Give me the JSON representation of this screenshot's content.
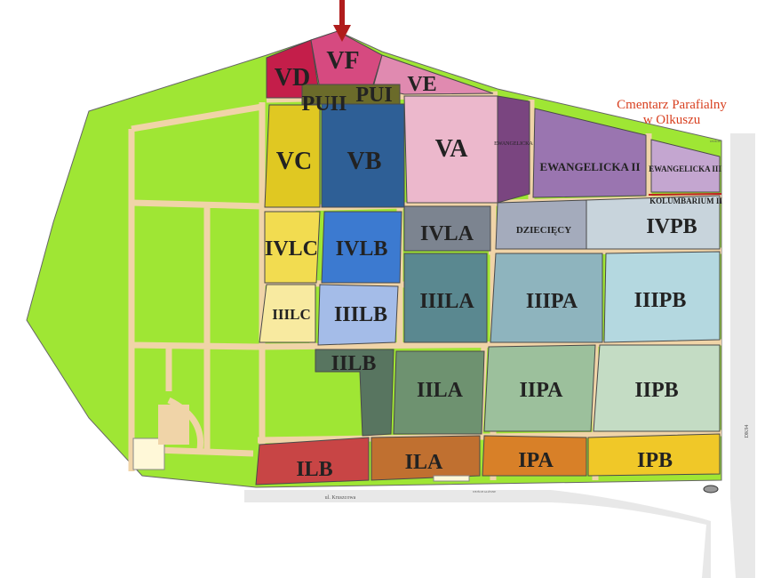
{
  "title": {
    "line1": "Cmentarz Parafialny",
    "line2": "w Olkuszu"
  },
  "streets": {
    "bottom": "ul. Kruszcowa",
    "right": "DK94"
  },
  "small_labels": {
    "gate_top": "WEJŚCIE",
    "gate_bottom": "WEJŚCIE GŁÓWNE"
  },
  "sections": {
    "VD": "VD",
    "VF": "VF",
    "VE": "VE",
    "PUII": "PUII",
    "PUI": "PUI",
    "VC": "VC",
    "VB": "VB",
    "VA": "VA",
    "EW1": "EWANGELICKA",
    "EW2": "EWANGELICKA II",
    "EW3": "EWANGELICKA III",
    "KOL2": "KOLUMBARIUM II",
    "DZ": "DZIECIĘCY",
    "IVPB": "IVPB",
    "IVLC": "IVLC",
    "IVLB": "IVLB",
    "IVLA": "IVLA",
    "IIILC": "IIILC",
    "IIILB": "IIILB",
    "IIILA": "IIILA",
    "IIIPA": "IIIPA",
    "IIIPB": "IIIPB",
    "IILB": "IILB",
    "IILA": "IILA",
    "IIPA": "IIPA",
    "IIPB": "IIPB",
    "ILB": "ILB",
    "ILA": "ILA",
    "IPA": "IPA",
    "IPB": "IPB"
  },
  "colors": {
    "green": "#9fe634",
    "path": "#f0d4a8",
    "road": "#e8e8e8",
    "arrow": "#b01c1c"
  }
}
